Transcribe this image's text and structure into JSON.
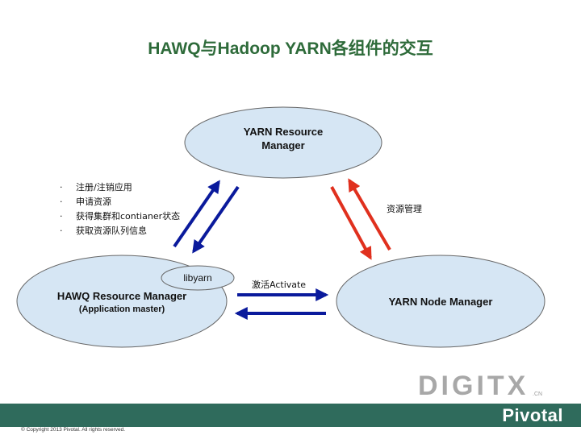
{
  "title": "HAWQ与Hadoop YARN各组件的交互",
  "nodes": {
    "yarn_rm": {
      "line1": "YARN Resource",
      "line2": "Manager"
    },
    "hawq_rm": {
      "line1": "HAWQ Resource Manager",
      "line2": "(Application master)"
    },
    "libyarn": "libyarn",
    "yarn_nm": "YARN Node Manager"
  },
  "annotations": {
    "left_items": [
      "注册/注销应用",
      "申请资源",
      "获得集群和contianer状态",
      "获取资源队列信息"
    ],
    "bullet_char": "·",
    "resource_mgmt": "资源管理",
    "activate": "激活Activate"
  },
  "colors": {
    "blue_arrow": "#0a1a9c",
    "red_arrow": "#e0301e",
    "ellipse_fill": "#d6e6f4",
    "title": "#2e6b3a"
  },
  "footer": {
    "brand": "Pivotal",
    "copyright": "© Copyright 2013 Pivotal. All rights reserved.",
    "watermark": "DIGITX",
    "watermark_suffix": ".CN"
  }
}
